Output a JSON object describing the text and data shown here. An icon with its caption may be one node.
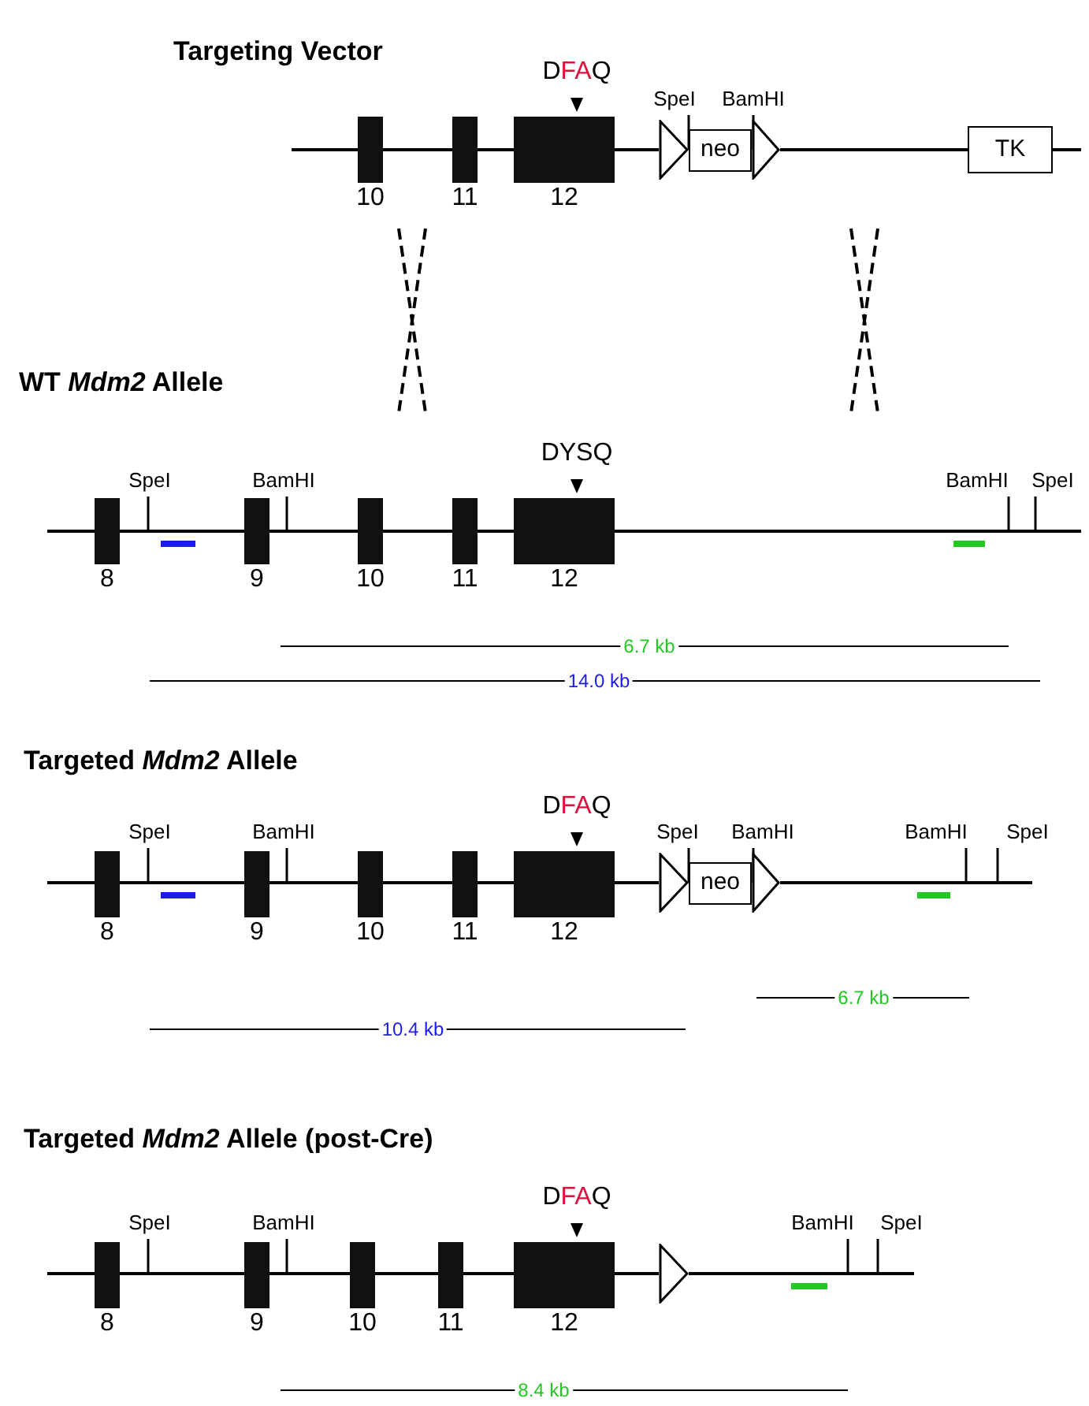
{
  "diagram": {
    "nodes": [
      {
        "text": [
          "10"
        ]
      },
      {
        "text": [
          "11"
        ]
      },
      {
        "text": [
          "12"
        ]
      },
      {
        "text": [],
        "shape": "triangle"
      },
      {
        "text": [
          "neo"
        ]
      },
      {
        "text": [],
        "shape": "triangle"
      },
      {
        "text": [
          "TK"
        ]
      },
      {
        "text": [
          "8"
        ]
      },
      {
        "text": [
          "9"
        ]
      },
      {
        "text": [
          "10"
        ]
      },
      {
        "text": [
          "11"
        ]
      },
      {
        "text": [
          "12"
        ]
      },
      {
        "text": [
          "8"
        ]
      },
      {
        "text": [
          "9"
        ]
      },
      {
        "text": [
          "10"
        ]
      },
      {
        "text": [
          "11"
        ]
      },
      {
        "text": [
          "12"
        ]
      },
      {
        "text": [],
        "shape": "triangle"
      },
      {
        "text": [
          "neo"
        ]
      },
      {
        "text": [],
        "shape": "triangle"
      },
      {
        "text": [
          "8"
        ]
      },
      {
        "text": [
          "9"
        ]
      },
      {
        "text": [
          "10"
        ]
      },
      {
        "text": [
          "11"
        ]
      },
      {
        "text": [
          "12"
        ]
      },
      {
        "text": [],
        "shape": "triangle"
      }
    ],
    "edges": [
      {
        "from": null,
        "to": 0,
        "arrow": "none"
      },
      {
        "from": 0,
        "to": 1,
        "arrow": "none"
      },
      {
        "from": 1,
        "to": 2,
        "arrow": "none"
      },
      {
        "from": 2,
        "to": 3,
        "arrow": "none"
      },
      {
        "from": 5,
        "to": 6,
        "arrow": "none"
      },
      {
        "from": 6,
        "to": null,
        "arrow": "none"
      },
      {
        "from": null,
        "to": 7,
        "arrow": "none"
      },
      {
        "from": 7,
        "to": 8,
        "arrow": "none"
      },
      {
        "from": 8,
        "to": 9,
        "arrow": "none"
      },
      {
        "from": 9,
        "to": 10,
        "arrow": "none"
      },
      {
        "from": 10,
        "to": 11,
        "arrow": "none"
      },
      {
        "from": 11,
        "to": null,
        "arrow": "none"
      },
      {
        "from": null,
        "to": 12,
        "arrow": "none"
      },
      {
        "from": 12,
        "to": 13,
        "arrow": "none"
      },
      {
        "from": 13,
        "to": 14,
        "arrow": "none"
      },
      {
        "from": 14,
        "to": 15,
        "arrow": "none"
      },
      {
        "from": 15,
        "to": 16,
        "arrow": "none"
      },
      {
        "from": 16,
        "to": 17,
        "arrow": "none"
      },
      {
        "from": 19,
        "to": null,
        "arrow": "none"
      },
      {
        "from": null,
        "to": 20,
        "arrow": "none"
      },
      {
        "from": 20,
        "to": 21,
        "arrow": "none"
      },
      {
        "from": 21,
        "to": 22,
        "arrow": "none"
      },
      {
        "from": 22,
        "to": 23,
        "arrow": "none"
      },
      {
        "from": 23,
        "to": 24,
        "arrow": "none"
      },
      {
        "from": 24,
        "to": 25,
        "arrow": "none"
      },
      {
        "from": 25,
        "to": null,
        "arrow": "none"
      }
    ],
    "labels": [
      "Targeting Vector",
      "DFAQ",
      "SpeI",
      "BamHI",
      "WT *Mdm2* Allele",
      "DYSQ",
      "SpeI",
      "BamHI",
      "BamHI",
      "SpeI",
      "6.7 kb",
      "14.0 kb",
      "Targeted *Mdm2* Allele",
      "DFAQ",
      "SpeI",
      "BamHI",
      "SpeI",
      "BamHI",
      "BamHI",
      "SpeI",
      "6.7 kb",
      "10.4 kb",
      "Targeted *Mdm2* Allele (post-Cre)",
      "DFAQ",
      "SpeI",
      "BamHI",
      "BamHI",
      "SpeI",
      "8.4 kb"
    ]
  }
}
